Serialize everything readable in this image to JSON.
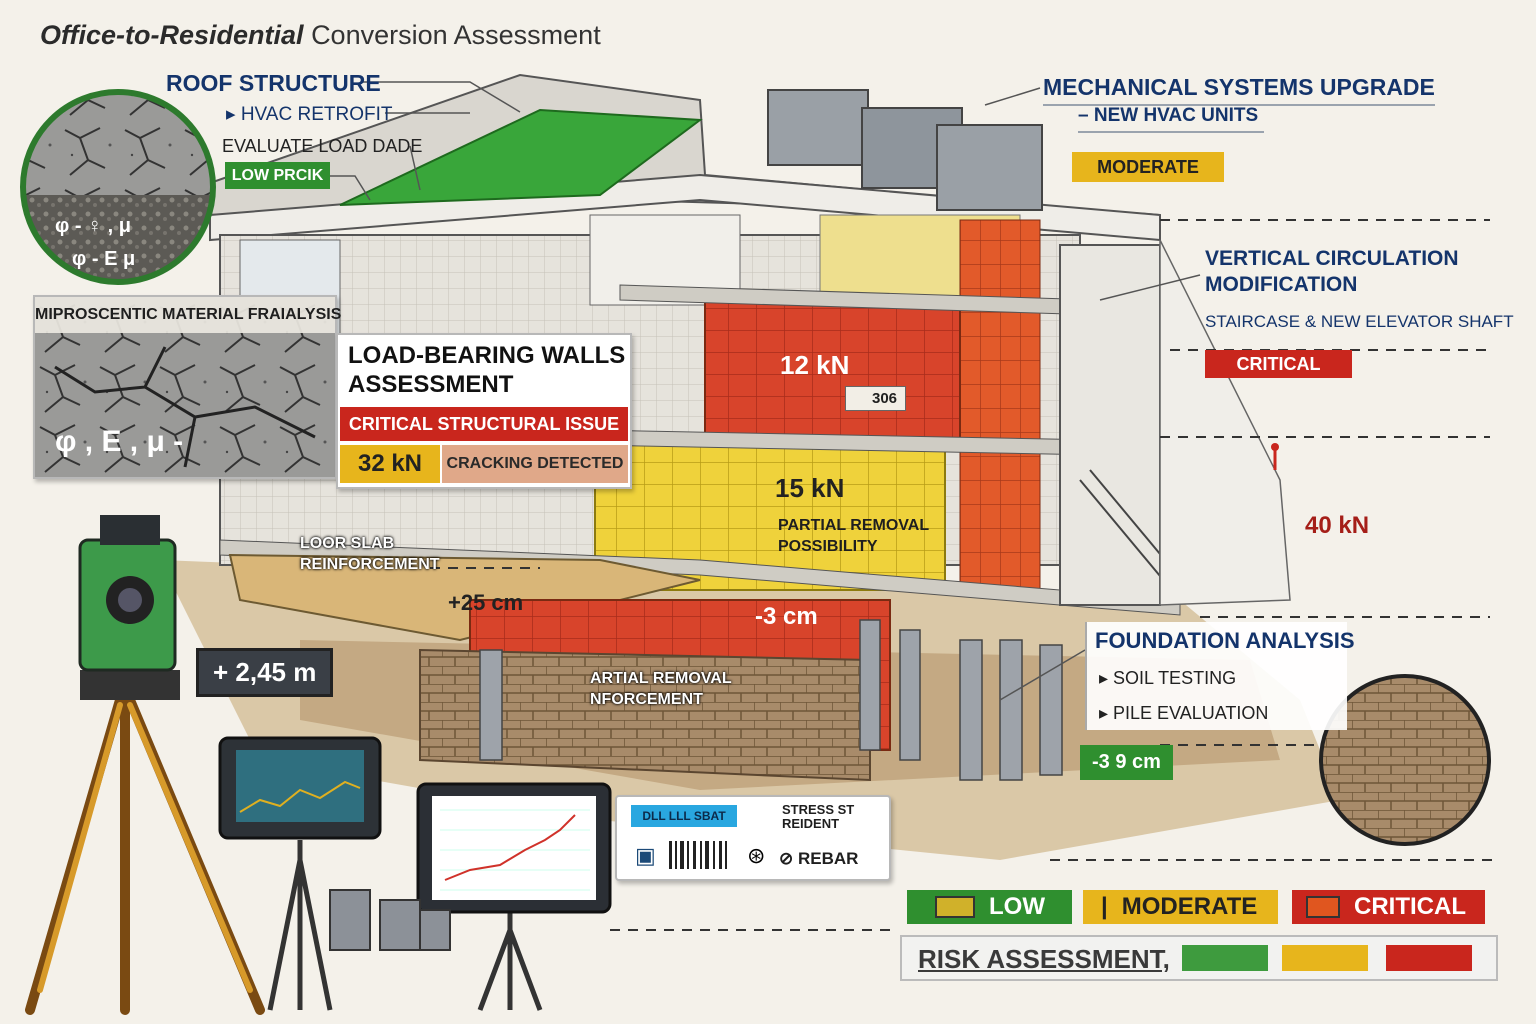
{
  "title": {
    "bold": "Office-to-Residential",
    "rest": "Conversion Assessment"
  },
  "roof": {
    "heading": "ROOF STRUCTURE",
    "item": "▸ HVAC RETROFIT",
    "evaluate": "EVALUATE LOAD DADE",
    "badge": "LOW PRCIK"
  },
  "microscope": {
    "heading": "MIPROSCENTIC MATERIAL FRAIALYSIS",
    "symbols_top1": "φ - ♀ , μ",
    "symbols_top2": "φ - Ε  μ",
    "symbols": "φ , E , μ -"
  },
  "walls": {
    "heading_line1": "LOAD-BEARING WALLS",
    "heading_line2": "ASSESSMENT",
    "issue": "CRITICAL STRUCTURAL ISSUE",
    "load": "32 kN",
    "status": "CRACKING DETECTED"
  },
  "mechanical": {
    "heading": "MECHANICAL SYSTEMS UPGRADE",
    "item": "– NEW HVAC UNITS",
    "badge": "MODERATE"
  },
  "circulation": {
    "heading_line1": "VERTICAL CIRCULATION",
    "heading_line2": "MODIFICATION",
    "item": "STAIRCASE & NEW ELEVATOR SHAFT",
    "badge": "CRITICAL"
  },
  "loads": {
    "upper": "12 kN",
    "upper_tag": "306",
    "middle": "15 kN",
    "side": "40 kN"
  },
  "middle_note": {
    "line1": "PARTIAL REMOVAL",
    "line2": "POSSIBILITY"
  },
  "floor_slab": {
    "line1": "LOOR SLAB",
    "line2": "REINFORCEMENT"
  },
  "measurements": {
    "slab": "+25 cm",
    "basement": "-3 cm",
    "elevation": "+ 2,45 m",
    "foundation": "-3 9 cm"
  },
  "basement_note": {
    "line1": "ARTIAL REMOVAL",
    "line2": "NFORCEMENT"
  },
  "foundation": {
    "heading": "FOUNDATION ANALYSIS",
    "item1": "▸ SOIL TESTING",
    "item2": "▸ PILE EVALUATION"
  },
  "device_panel": {
    "chip": "DLL LLL SBAT",
    "stress_line1": "STRESS ST",
    "stress_line2": "REIDENT",
    "rebar": "⊘ REBAR"
  },
  "legend": {
    "low": "LOW",
    "moderate": "MODERATE",
    "critical": "CRITICAL",
    "risk": "RISK ASSESSMENT,"
  },
  "colors": {
    "low": "#2f8f2f",
    "moderate": "#e7b51c",
    "critical": "#c9261d",
    "navy": "#14346b"
  }
}
